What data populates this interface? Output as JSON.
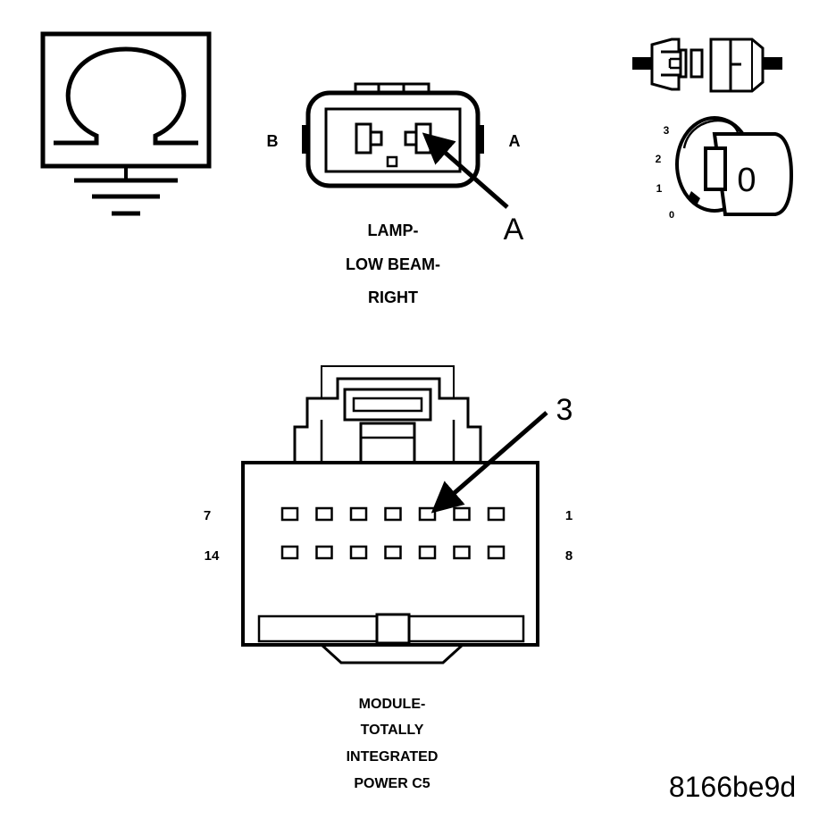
{
  "ohmmeter": {
    "icon": "ohm-symbol-icon"
  },
  "lamp_connector": {
    "pin_left": "B",
    "pin_right": "A",
    "callout": "A",
    "title_lines": [
      "LAMP-",
      "LOW BEAM-",
      "RIGHT"
    ]
  },
  "ignition": {
    "positions": [
      "3",
      "2",
      "1",
      "0"
    ],
    "key_label": "0"
  },
  "module_connector": {
    "pin_top_left": "7",
    "pin_top_right": "1",
    "pin_bottom_left": "14",
    "pin_bottom_right": "8",
    "callout": "3",
    "top_row_cavities": 7,
    "bottom_row_cavities": 7,
    "title_lines": [
      "MODULE-",
      "TOTALLY",
      "INTEGRATED",
      "POWER C5"
    ]
  },
  "figure_id": "8166be9d"
}
